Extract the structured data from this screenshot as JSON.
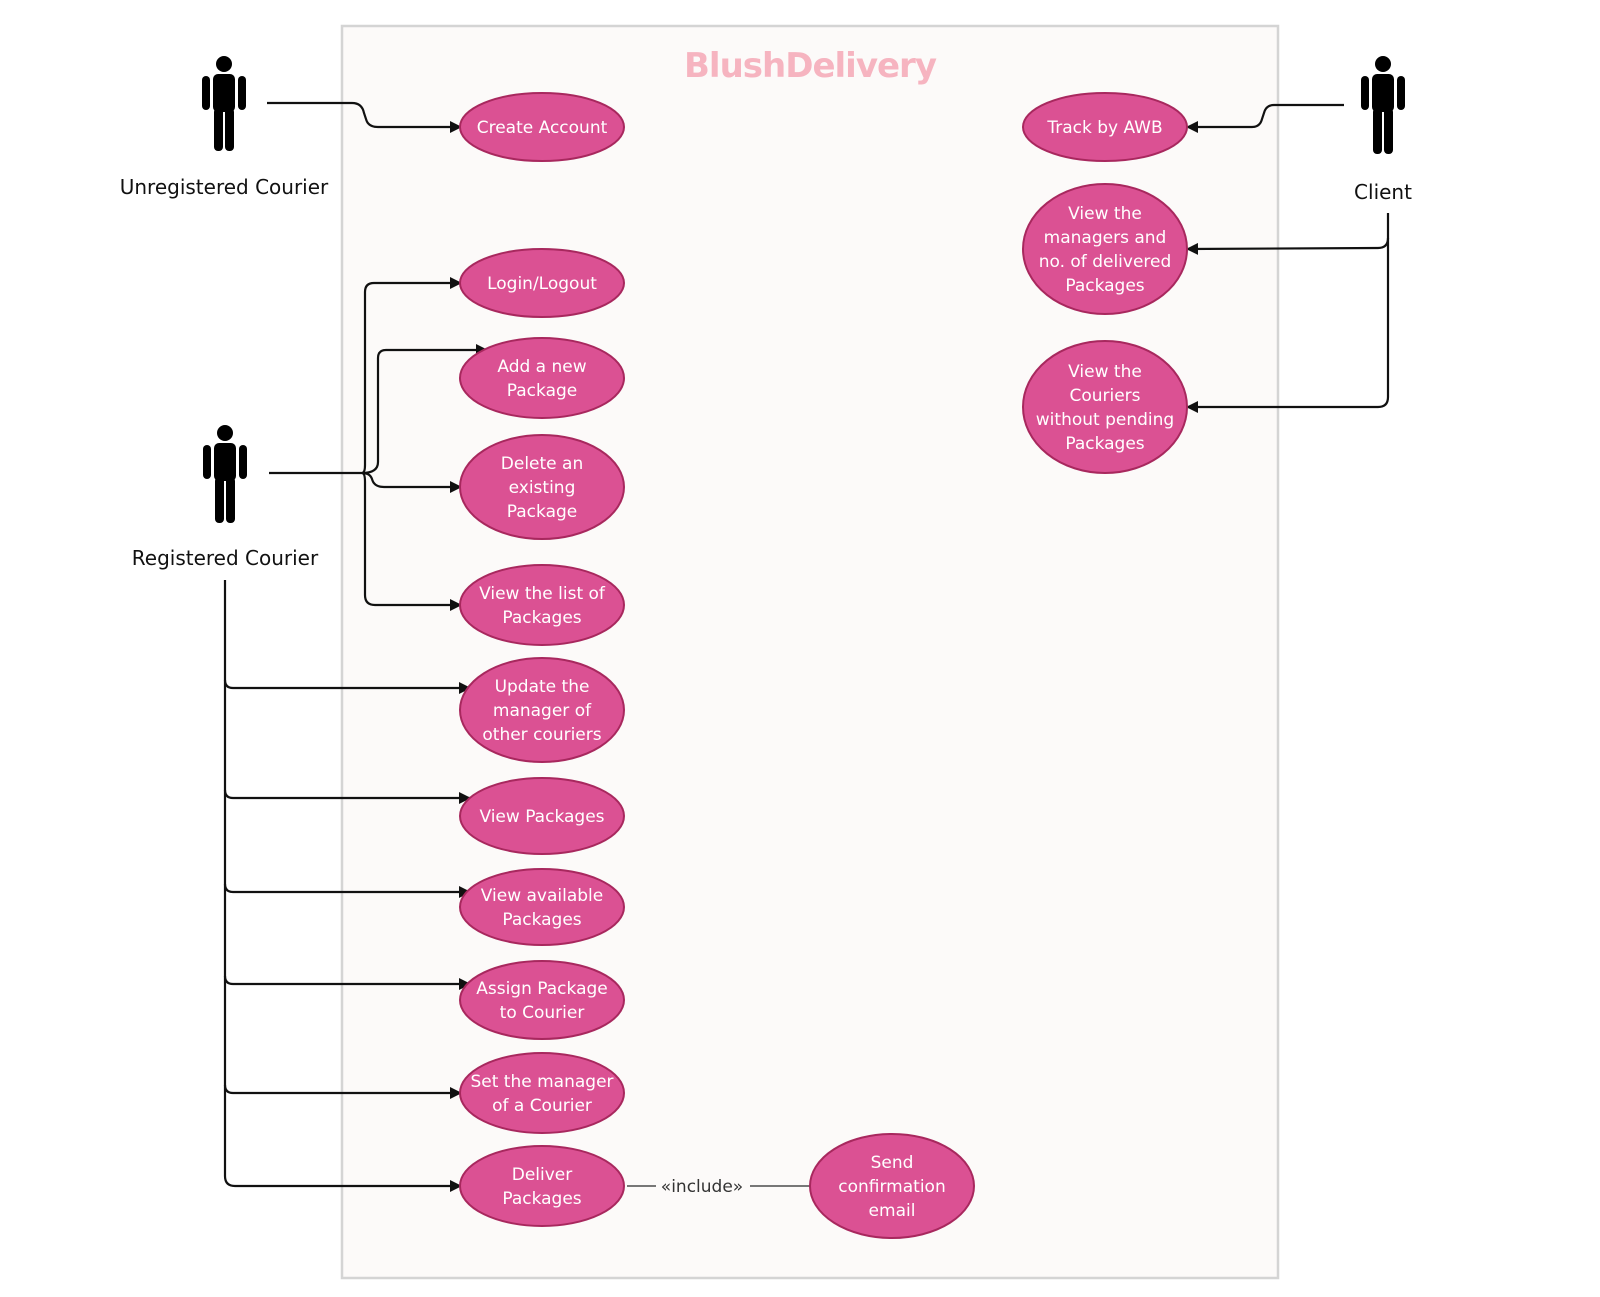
{
  "system": {
    "title": "BlushDelivery",
    "colors": {
      "boundary_fill": "#fcfaf9",
      "boundary_stroke": "#d4d4d4",
      "title_color": "#f6b4c0",
      "usecase_fill": "#db5193",
      "usecase_stroke": "#a8285e",
      "line_color": "#111111",
      "include_line_color": "#777777"
    }
  },
  "actors": [
    {
      "id": "unregistered-courier",
      "label": "Unregistered Courier"
    },
    {
      "id": "registered-courier",
      "label": "Registered Courier"
    },
    {
      "id": "client",
      "label": "Client"
    }
  ],
  "use_cases": [
    {
      "id": "create-account",
      "lines": [
        "Create Account"
      ]
    },
    {
      "id": "login-logout",
      "lines": [
        "Login/Logout"
      ]
    },
    {
      "id": "add-package",
      "lines": [
        "Add a new",
        "Package"
      ]
    },
    {
      "id": "delete-package",
      "lines": [
        "Delete an",
        "existing",
        "Package"
      ]
    },
    {
      "id": "view-list-packages",
      "lines": [
        "View the list of",
        "Packages"
      ]
    },
    {
      "id": "update-manager",
      "lines": [
        "Update the",
        "manager of",
        "other couriers"
      ]
    },
    {
      "id": "view-packages",
      "lines": [
        "View Packages"
      ]
    },
    {
      "id": "view-available-packages",
      "lines": [
        "View available",
        "Packages"
      ]
    },
    {
      "id": "assign-package",
      "lines": [
        "Assign Package",
        "to Courier"
      ]
    },
    {
      "id": "set-manager",
      "lines": [
        "Set the manager",
        "of a Courier"
      ]
    },
    {
      "id": "deliver-packages",
      "lines": [
        "Deliver",
        "Packages"
      ]
    },
    {
      "id": "send-email",
      "lines": [
        "Send",
        "confirmation",
        "email"
      ]
    },
    {
      "id": "track-awb",
      "lines": [
        "Track by AWB"
      ]
    },
    {
      "id": "view-managers",
      "lines": [
        "View the",
        "managers and",
        "no. of delivered",
        "Packages"
      ]
    },
    {
      "id": "view-couriers-no-pending",
      "lines": [
        "View the",
        "Couriers",
        "without pending",
        "Packages"
      ]
    }
  ],
  "relations": {
    "include_label": "«include»"
  }
}
